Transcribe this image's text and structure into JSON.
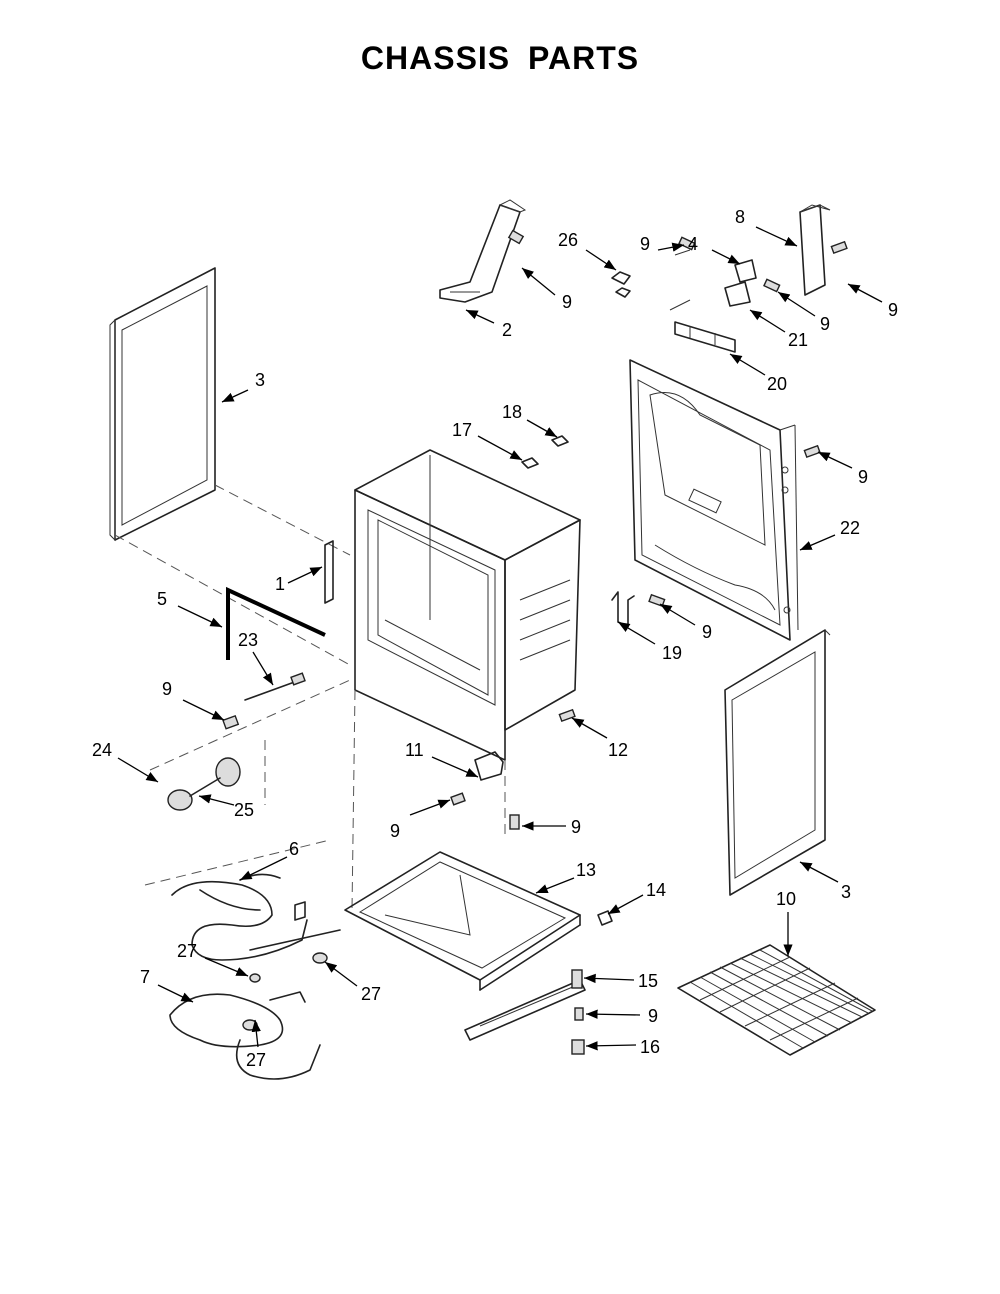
{
  "title": "CHASSIS PARTS",
  "callouts": {
    "c1": "1",
    "c2": "2",
    "c3a": "3",
    "c3b": "3",
    "c4": "4",
    "c5": "5",
    "c6": "6",
    "c7": "7",
    "c8": "8",
    "c9_a": "9",
    "c9_b": "9",
    "c9_c": "9",
    "c9_d": "9",
    "c9_e": "9",
    "c9_f": "9",
    "c9_g": "9",
    "c9_h": "9",
    "c9_i": "9",
    "c9_j": "9",
    "c10": "10",
    "c11": "11",
    "c12": "12",
    "c13": "13",
    "c14": "14",
    "c15": "15",
    "c16": "16",
    "c17": "17",
    "c18": "18",
    "c19": "19",
    "c20": "20",
    "c21": "21",
    "c22": "22",
    "c23": "23",
    "c24": "24",
    "c25": "25",
    "c26": "26",
    "c27a": "27",
    "c27b": "27",
    "c27c": "27"
  }
}
